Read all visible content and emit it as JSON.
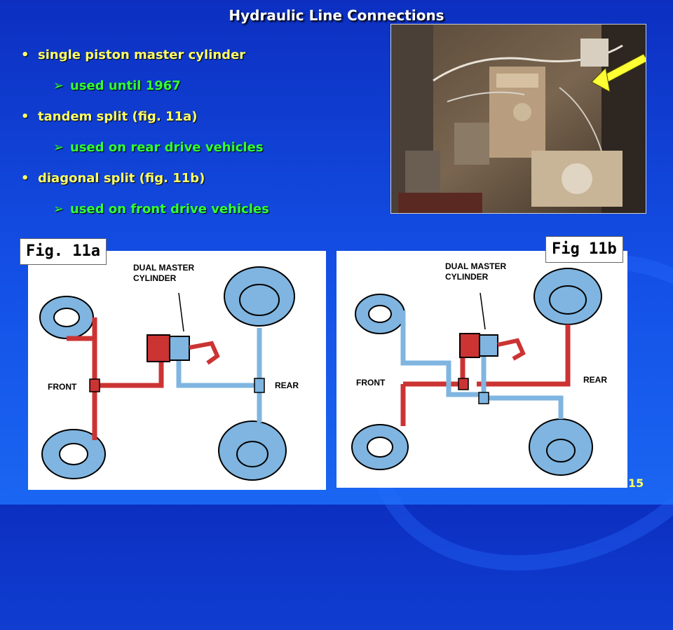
{
  "title": "Hydraulic Line Connections",
  "bullets": [
    {
      "text": "single piston master cylinder",
      "sub": "used until 1967"
    },
    {
      "text": "tandem split (fig. 11a)",
      "sub": "used on rear drive vehicles"
    },
    {
      "text": "diagonal split (fig. 11b)",
      "sub": "used on front drive vehicles"
    }
  ],
  "fig_a": {
    "tag": "Fig. 11a",
    "label_master_1": "DUAL MASTER",
    "label_master_2": "CYLINDER",
    "label_front": "FRONT",
    "label_rear": "REAR"
  },
  "fig_b": {
    "tag": "Fig 11b",
    "label_master_1": "DUAL MASTER",
    "label_master_2": "CYLINDER",
    "label_front": "FRONT",
    "label_rear": "REAR"
  },
  "slide_number": "15",
  "colors": {
    "red_line": "#cc3333",
    "blue_line": "#7fb5e0",
    "bullet_yellow": "#ffff66",
    "bullet_green": "#33ff33"
  }
}
